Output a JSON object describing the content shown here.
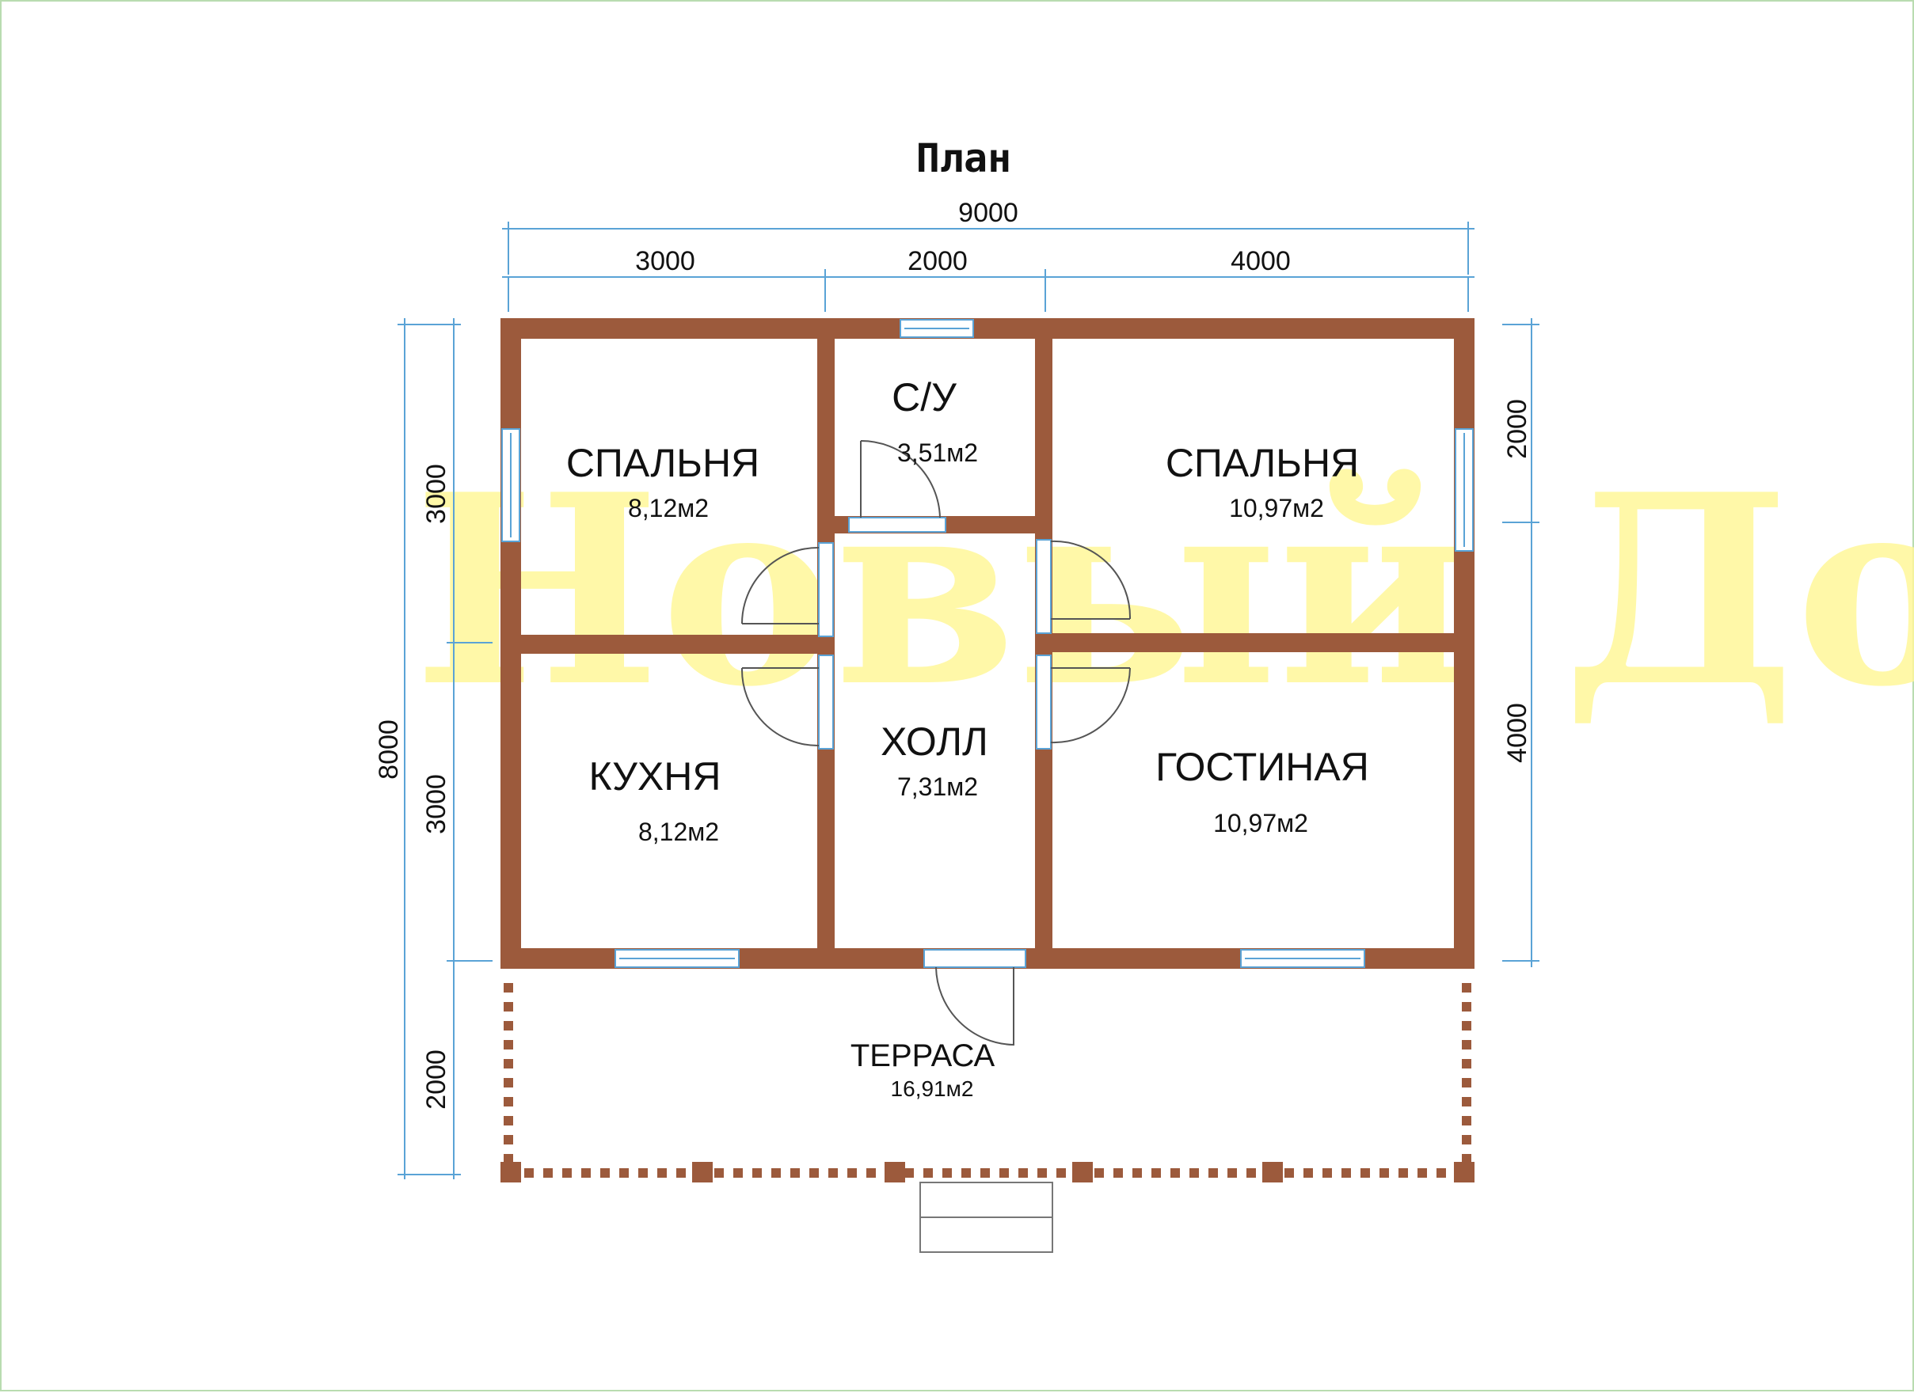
{
  "plan": {
    "title": "План",
    "watermark": "Новый Дом",
    "dimensions": {
      "total_width": "9000",
      "segments_top": [
        "3000",
        "2000",
        "4000"
      ],
      "total_height": "8000",
      "left_segments": [
        "3000",
        "3000",
        "2000"
      ],
      "right_segments": [
        "2000",
        "4000"
      ]
    },
    "rooms": [
      {
        "name": "СПАЛЬНЯ",
        "area": "8,12м2"
      },
      {
        "name": "С/У",
        "area": "3,51м2"
      },
      {
        "name": "СПАЛЬНЯ",
        "area": "10,97м2"
      },
      {
        "name": "КУХНЯ",
        "area": "8,12м2"
      },
      {
        "name": "ХОЛЛ",
        "area": "7,31м2"
      },
      {
        "name": "ГОСТИНАЯ",
        "area": "10,97м2"
      },
      {
        "name": "ТЕРРАСА",
        "area": "16,91м2"
      }
    ],
    "colors": {
      "wall": "#9c5a3c",
      "dimension_line": "#5aa3d6",
      "watermark": "#fff79a",
      "page_border": "#b9dcb0"
    }
  }
}
